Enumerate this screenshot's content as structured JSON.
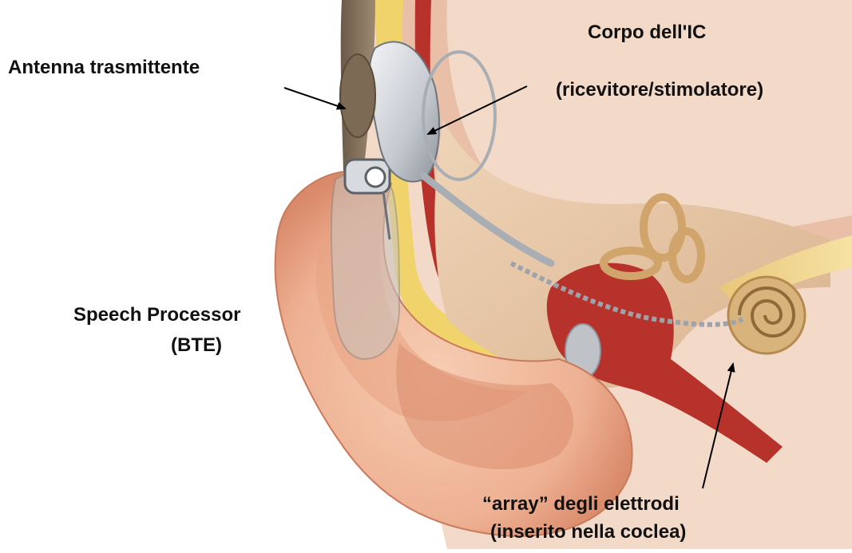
{
  "labels": {
    "antenna": "Antenna trasmittente",
    "body_title": "Corpo dell'IC",
    "body_sub": "(ricevitore/stimolatore)",
    "processor_title": "Speech Processor",
    "processor_sub": "(BTE)",
    "array_title": "“array” degli elettrodi",
    "array_sub": "(inserito nella coclea)"
  },
  "colors": {
    "skin": "#f1b99a",
    "skin_shadow": "#d98a6a",
    "bone": "#e7c6a4",
    "fat": "#f0d36a",
    "canal": "#b8322c",
    "device": "#c9ccd2",
    "cochlea": "#d8b47c",
    "nerve": "#f1d68a",
    "arrow": "#000000"
  }
}
